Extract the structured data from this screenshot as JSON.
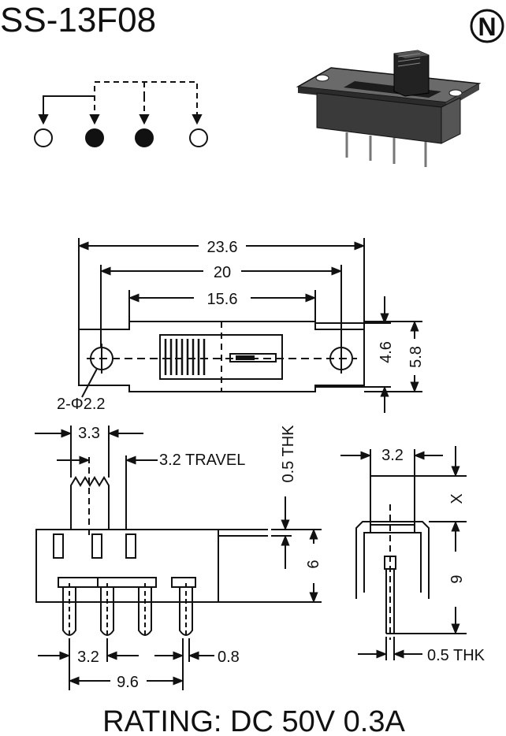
{
  "title": "SS-13F08",
  "logo_letter": "N",
  "rating": "RATING: DC 50V 0.3A",
  "dims": {
    "overall_length": "23.6",
    "hole_spacing": "20",
    "body_length": "15.6",
    "body_width": "4.6",
    "overall_width": "5.8",
    "mount_holes": "2-Φ2.2",
    "actuator_width": "3.3",
    "travel": "3.2 TRAVEL",
    "frame_thickness": "0.5 THK",
    "height": "6",
    "pin_pitch": "3.2",
    "pin_span": "9.6",
    "pin_thickness": "0.8",
    "side_actuator_width": "3.2",
    "side_height_x": "X",
    "side_height": "9",
    "side_thickness": "0.5 THK"
  },
  "colors": {
    "ink": "#111111",
    "background": "#ffffff",
    "body": "#3a3a3a"
  },
  "icons": [
    "logo-n-icon",
    "terminal-open-icon",
    "terminal-filled-icon"
  ]
}
